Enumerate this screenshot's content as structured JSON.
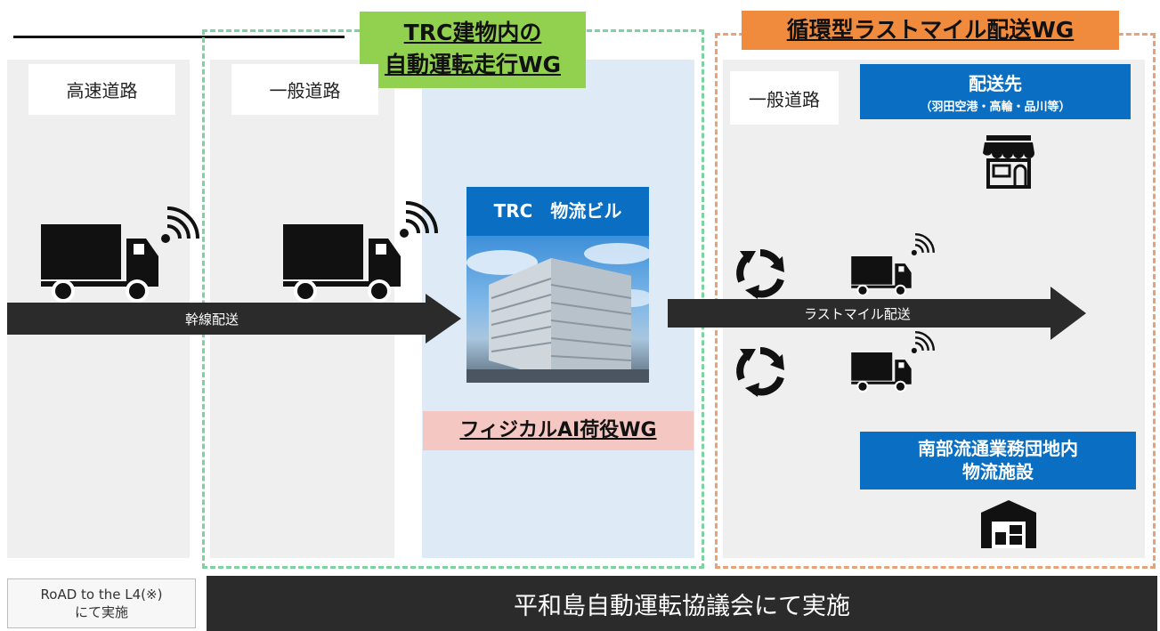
{
  "header": {
    "underline_bar": true
  },
  "columns": {
    "expressway": {
      "label": "高速道路"
    },
    "general_road_1": {
      "label": "一般道路"
    },
    "general_road_2": {
      "label": "一般道路"
    }
  },
  "wg": {
    "trc_building": {
      "line1": "TRC建物内の",
      "line2": "自動運転走行WG",
      "color": "#92d050"
    },
    "last_mile": {
      "label": "循環型ラストマイル配送WG",
      "color": "#f08a3c"
    },
    "physical_ai": {
      "label": "フィジカルAI荷役WG",
      "color": "#f4c7c3"
    }
  },
  "building": {
    "label": "TRC　物流ビル"
  },
  "destination": {
    "title": "配送先",
    "subtitle": "（羽田空港・高輪・品川等）"
  },
  "facility": {
    "line1": "南部流通業務団地内",
    "line2": "物流施設"
  },
  "arrows": {
    "trunk": "幹線配送",
    "last_mile": "ラストマイル配送"
  },
  "footer": {
    "left_line1": "RoAD to the L4(※)",
    "left_line2": "にて実施",
    "main": "平和島自動運転協議会にて実施"
  },
  "colors": {
    "accent_blue": "#0a6fc2",
    "dark": "#2b2b2b",
    "light_blue_bg": "#deebf7",
    "green_dash": "#7dd3a0",
    "orange_dash": "#e8a27a"
  },
  "icons": [
    "truck-icon",
    "signal-icon",
    "cycle-icon",
    "store-icon",
    "warehouse-icon"
  ]
}
